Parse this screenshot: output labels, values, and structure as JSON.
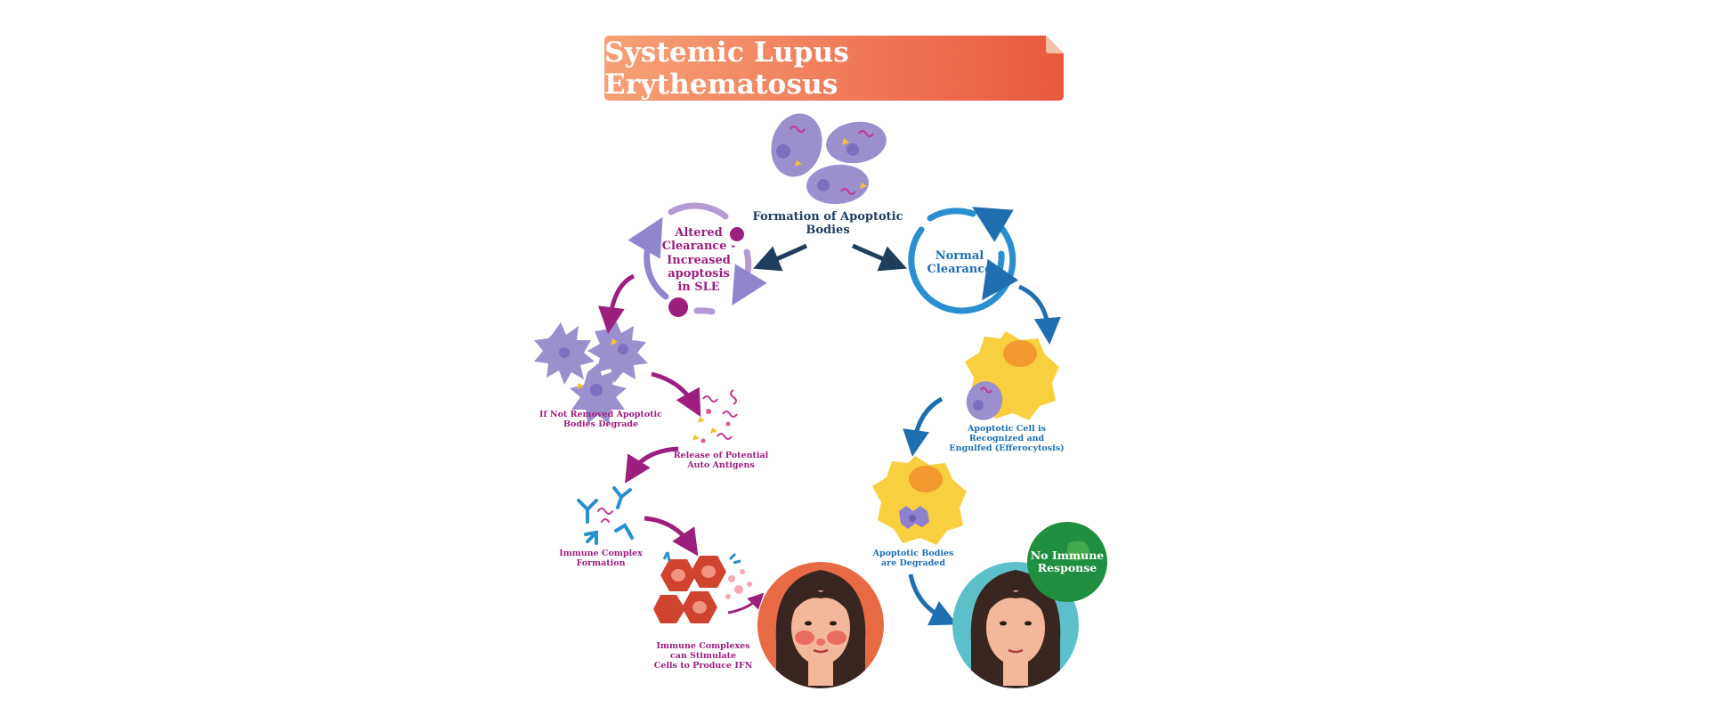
{
  "title": "Systemic Lupus Erythematosus",
  "colors": {
    "title_gradient_start": "#f7a177",
    "title_gradient_end": "#e9583d",
    "normal_path_blue": "#2a8fce",
    "sle_path_magenta": "#9c1f7e",
    "apoptotic_purple": "#9b8fce",
    "efferocyte_yellow": "#f8cf3f",
    "no_response_green": "#1f8f3f",
    "sle_face_bg": "#e86a45",
    "healthy_face_bg": "#5cc0c8"
  },
  "center": {
    "label_line1": "Formation of Apoptotic",
    "label_line2": "Bodies"
  },
  "normal_pathway": {
    "cycle_label_line1": "Normal",
    "cycle_label_line2": "Clearance",
    "step1_line1": "Apoptotic Cell is Recognized and",
    "step1_line2": "Engulfed (Efferocytosis)",
    "step2_line1": "Apoptotic Bodies",
    "step2_line2": "are Degraded",
    "outcome_line1": "No Immune",
    "outcome_line2": "Response"
  },
  "sle_pathway": {
    "cycle_label_line1": "Altered",
    "cycle_label_line2": "Clearance -",
    "cycle_label_line3": "Increased",
    "cycle_label_line4": "apoptosis",
    "cycle_label_line5": "in SLE",
    "step1_line1": "If Not Removed Apoptotic",
    "step1_line2": "Bodies Degrade",
    "step2_line1": "Release of Potential",
    "step2_line2": "Auto Antigens",
    "step3_line1": "Immune Complex",
    "step3_line2": "Formation",
    "step4_line1": "Immune Complexes",
    "step4_line2": "can Stimulate",
    "step4_line3": "Cells to Produce IFN"
  },
  "icons": [
    "apoptotic-bodies-icon",
    "cycle-arrow-icon",
    "efferocyte-icon",
    "degraded-body-icon",
    "antibody-icon",
    "ifn-cells-icon",
    "sle-face-icon",
    "healthy-face-icon",
    "arrow-icon"
  ]
}
